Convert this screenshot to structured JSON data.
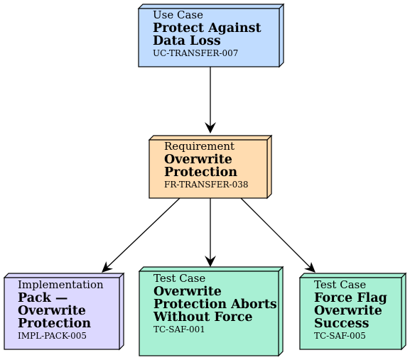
{
  "colors": {
    "use_case": "#c0dcff",
    "requirement": "#ffdcb0",
    "implementation": "#dcd8ff",
    "test_case": "#a8f0d4",
    "stroke": "#000000"
  },
  "nodes": {
    "use_case": {
      "kind": "Use Case",
      "title": "Protect Against Data Loss",
      "id": "UC-TRANSFER-007"
    },
    "requirement": {
      "kind": "Requirement",
      "title": "Overwrite Protection",
      "id": "FR-TRANSFER-038"
    },
    "implementation": {
      "kind": "Implementation",
      "title": "Pack — Overwrite Protection",
      "id": "IMPL-PACK-005"
    },
    "test_case_1": {
      "kind": "Test Case",
      "title": "Overwrite Protection Aborts Without Force",
      "id": "TC-SAF-001"
    },
    "test_case_2": {
      "kind": "Test Case",
      "title": "Force Flag Overwrite Success",
      "id": "TC-SAF-005"
    }
  },
  "edges": [
    {
      "from": "use_case",
      "to": "requirement"
    },
    {
      "from": "requirement",
      "to": "implementation"
    },
    {
      "from": "requirement",
      "to": "test_case_1"
    },
    {
      "from": "requirement",
      "to": "test_case_2"
    }
  ]
}
